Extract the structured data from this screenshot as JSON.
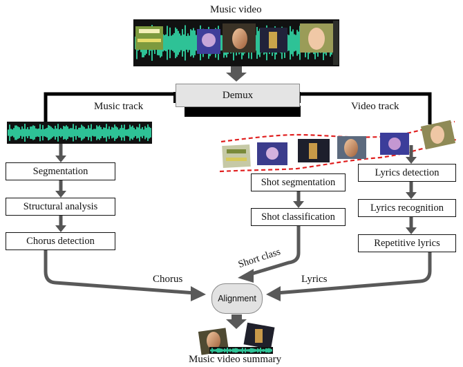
{
  "top": {
    "title": "Music video"
  },
  "demux": {
    "label": "Demux"
  },
  "tracks": {
    "music": "Music track",
    "video": "Video track"
  },
  "music_steps": [
    "Segmentation",
    "Structural analysis",
    "Chorus detection"
  ],
  "shot_steps": [
    "Shot segmentation",
    "Shot classification"
  ],
  "lyrics_steps": [
    "Lyrics detection",
    "Lyrics recognition",
    "Repetitive lyrics"
  ],
  "edges": {
    "chorus": "Chorus",
    "shot_class": "Short class",
    "lyrics": "Lyrics"
  },
  "alignment": {
    "label": "Alignment"
  },
  "summary": {
    "caption": "Music video summary"
  },
  "colors": {
    "waveform": "#32d6a6",
    "film_dash": "#e02020",
    "arrow": "#555555",
    "demux_fill": "#e4e4e4"
  }
}
